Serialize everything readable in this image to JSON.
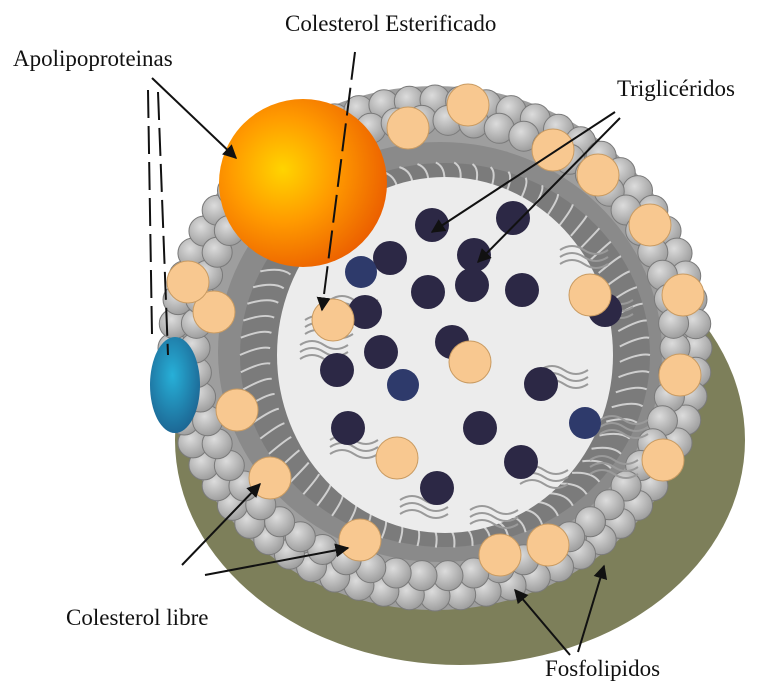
{
  "labels": {
    "colesterol_esterificado": "Colesterol Esterificado",
    "apolipoproteinas": "Apolipoproteinas",
    "trigliceridos": "Triglicéridos",
    "colesterol_libre": "Colesterol libre",
    "fosfolipidos": "Fosfolipidos"
  },
  "colors": {
    "phospholipid_head": "#b9b9b9",
    "cholesterol_free": "#f8c890",
    "triglyceride": "#2c2845",
    "cholesterol_ester": "#2e3a6b",
    "apoprotein_orange": "#ff7a00",
    "apoprotein_blue": "#1c6b9a",
    "core": "#ececec",
    "shadow": "#7d7f5a"
  }
}
